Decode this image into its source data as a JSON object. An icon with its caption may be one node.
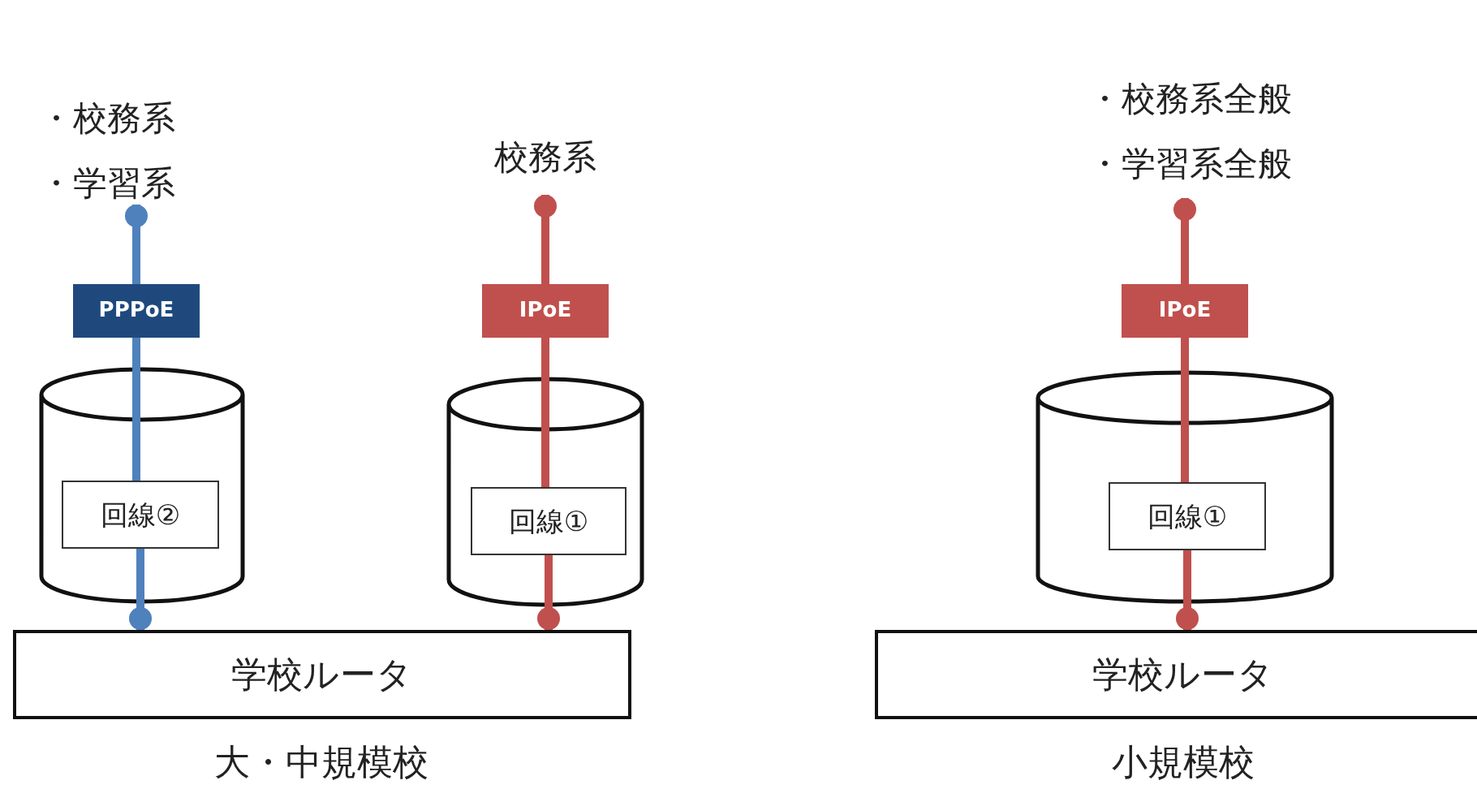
{
  "diagram": {
    "nodes": [
      {
        "text": [
          "・校務系",
          "・学習系"
        ]
      },
      {
        "text": [
          "PPPoE"
        ]
      },
      {
        "text": [],
        "shape": "cylinder"
      },
      {
        "text": [
          "回線②"
        ],
        "in": 2
      },
      {
        "text": [
          "学校ルータ"
        ]
      },
      {
        "text": [
          "校務系"
        ]
      },
      {
        "text": [
          "IPoE"
        ]
      },
      {
        "text": [],
        "shape": "cylinder"
      },
      {
        "text": [
          "回線①"
        ],
        "in": 7
      },
      {
        "text": [
          "・校務系全般",
          "・学習系全般"
        ]
      },
      {
        "text": [
          "IPoE"
        ]
      },
      {
        "text": [],
        "shape": "cylinder"
      },
      {
        "text": [
          "回線①"
        ],
        "in": 11
      },
      {
        "text": [
          "学校ルータ"
        ]
      }
    ],
    "edges": [
      {
        "from": 1,
        "to": 0,
        "arrow": "other",
        "color": "#4f81bd"
      },
      {
        "from": 1,
        "to": 3,
        "arrow": "none",
        "color": "#4f81bd"
      },
      {
        "from": 3,
        "to": 4,
        "arrow": "other",
        "color": "#4f81bd"
      },
      {
        "from": 6,
        "to": 5,
        "arrow": "other"
      },
      {
        "from": 6,
        "to": 8,
        "arrow": "none"
      },
      {
        "from": 8,
        "to": 4,
        "arrow": "other"
      },
      {
        "from": 10,
        "to": 9,
        "arrow": "other"
      },
      {
        "from": 10,
        "to": 12,
        "arrow": "none"
      },
      {
        "from": 12,
        "to": 13,
        "arrow": "other"
      }
    ],
    "labels": [
      "大・中規模校",
      "小規模校"
    ]
  }
}
